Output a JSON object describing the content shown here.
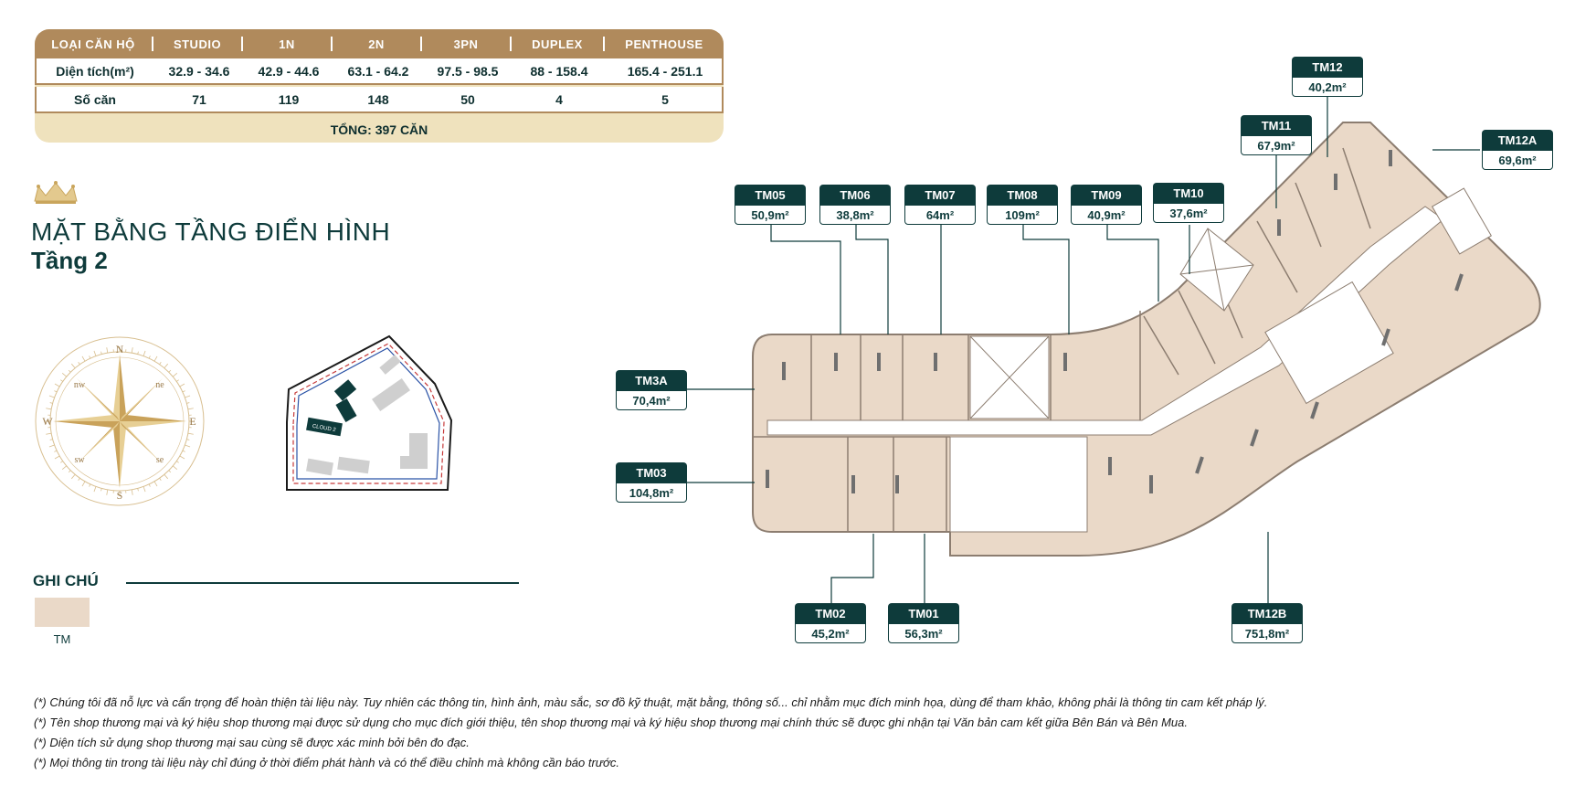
{
  "table": {
    "headers": [
      "LOẠI CĂN HỘ",
      "STUDIO",
      "1N",
      "2N",
      "3PN",
      "DUPLEX",
      "PENTHOUSE"
    ],
    "rows": [
      [
        "Diện tích(m²)",
        "32.9 - 34.6",
        "42.9 - 44.6",
        "63.1 - 64.2",
        "97.5 - 98.5",
        "88 - 158.4",
        "165.4 - 251.1"
      ],
      [
        "Số căn",
        "71",
        "119",
        "148",
        "50",
        "4",
        "5"
      ]
    ],
    "total": "TỔNG: 397 CĂN"
  },
  "heading": {
    "title": "MẶT BẰNG TẦNG ĐIỂN HÌNH",
    "subtitle": "Tầng 2"
  },
  "compass": {
    "N": "N",
    "S": "S",
    "E": "E",
    "W": "W",
    "NE": "ne",
    "NW": "nw",
    "SE": "se",
    "SW": "sw"
  },
  "site_plan": {
    "label": "CLOUD 2"
  },
  "legend": {
    "title": "GHI CHÚ",
    "item_label": "TM",
    "item_color": "#ead9c8"
  },
  "units": [
    {
      "name": "TM12",
      "area": "40,2m²"
    },
    {
      "name": "TM11",
      "area": "67,9m²"
    },
    {
      "name": "TM12A",
      "area": "69,6m²"
    },
    {
      "name": "TM05",
      "area": "50,9m²"
    },
    {
      "name": "TM06",
      "area": "38,8m²"
    },
    {
      "name": "TM07",
      "area": "64m²"
    },
    {
      "name": "TM08",
      "area": "109m²"
    },
    {
      "name": "TM09",
      "area": "40,9m²"
    },
    {
      "name": "TM10",
      "area": "37,6m²"
    },
    {
      "name": "TM3A",
      "area": "70,4m²"
    },
    {
      "name": "TM03",
      "area": "104,8m²"
    },
    {
      "name": "TM02",
      "area": "45,2m²"
    },
    {
      "name": "TM01",
      "area": "56,3m²"
    },
    {
      "name": "TM12B",
      "area": "751,8m²"
    }
  ],
  "notes": [
    "(*) Chúng tôi đã nỗ lực và cẩn trọng để hoàn thiện tài liệu này. Tuy nhiên các thông tin, hình ảnh, màu sắc, sơ đồ kỹ thuật, mặt bằng, thông số... chỉ nhằm mục đích minh họa, dùng để tham khảo, không phải là thông tin cam kết pháp lý.",
    "(*) Tên shop thương mại và ký hiệu shop thương mại được sử dụng cho mục đích giới thiệu, tên shop thương mại và ký hiệu shop thương mại chính thức sẽ được ghi nhận tại Văn bản cam kết giữa Bên Bán và Bên Mua.",
    "(*) Diện tích sử dụng shop thương mại sau cùng sẽ được xác minh bởi bên đo đạc.",
    "(*) Mọi thông tin trong tài liệu này chỉ đúng ở thời điểm phát hành và có thể điều chỉnh mà không cần báo trước."
  ],
  "colors": {
    "primary": "#0e3b3b",
    "gold": "#b08a5c",
    "unit_fill": "#ead9c8"
  }
}
